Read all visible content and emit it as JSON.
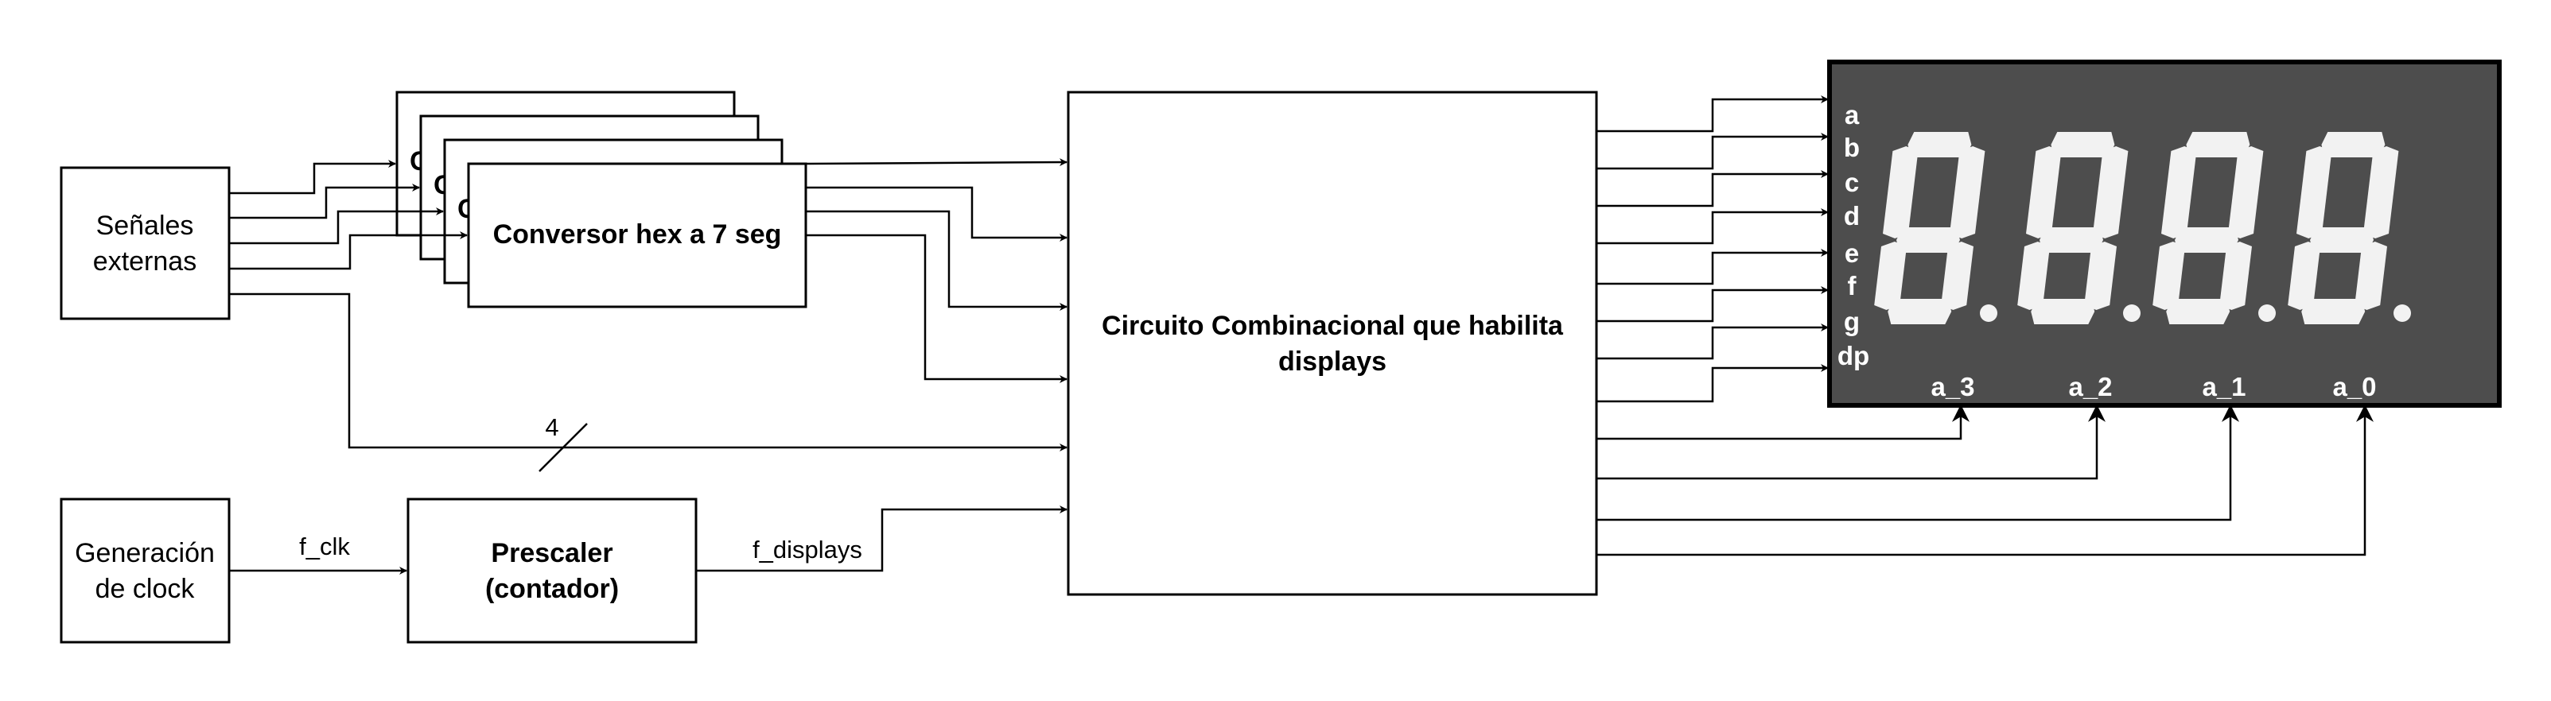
{
  "blocks": {
    "external_signals": {
      "line1": "Señales",
      "line2": "externas"
    },
    "clock_gen": {
      "line1": "Generación",
      "line2": "de clock"
    },
    "prescaler": {
      "line1": "Prescaler",
      "line2": "(contador)"
    },
    "converter": {
      "label": "Conversor hex a 7 seg",
      "stack_peek_letter": "C"
    },
    "combinational": {
      "line1": "Circuito Combinacional que habilita",
      "line2": "displays"
    }
  },
  "signals": {
    "f_clk": "f_clk",
    "f_displays": "f_displays",
    "bus_width": "4"
  },
  "display": {
    "segment_labels": [
      "a",
      "b",
      "c",
      "d",
      "e",
      "f",
      "g",
      "dp"
    ],
    "anode_labels": [
      "a_3",
      "a_2",
      "a_1",
      "a_0"
    ],
    "colors": {
      "body": "#4d4d4d",
      "segment": "#f2f2f2",
      "border": "#000000"
    }
  }
}
